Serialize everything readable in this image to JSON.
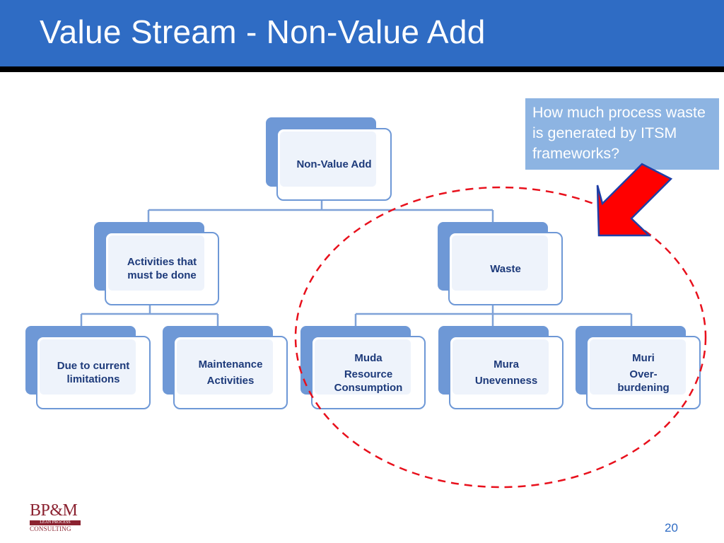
{
  "slide": {
    "title": "Value Stream - Non-Value Add",
    "page_number": "20"
  },
  "callout": {
    "text": "How much process waste is generated by ITSM frameworks?"
  },
  "nodes": {
    "root": {
      "line1": "Non-Value Add",
      "line2": ""
    },
    "activities": {
      "line1": "Activities that must be done",
      "line2": ""
    },
    "waste": {
      "line1": "Waste",
      "line2": ""
    },
    "due": {
      "line1": "Due to current limitations",
      "line2": ""
    },
    "maintenance": {
      "line1": "Maintenance",
      "line2": "Activities"
    },
    "muda": {
      "line1": "Muda",
      "line2": "Resource Consumption"
    },
    "mura": {
      "line1": "Mura",
      "line2": "Unevenness"
    },
    "muri": {
      "line1": "Muri",
      "line2": "Over-burdening"
    }
  },
  "logo": {
    "mark": "BP&M",
    "band": "LEAN PROCESS",
    "sub": "CONSULTING"
  },
  "colors": {
    "title_bar": "#2f6cc4",
    "node_fill": "#6e98d6",
    "node_text": "#1d3a7a",
    "callout_fill": "#8db4e2",
    "arrow": "#ff0000",
    "dashed_ellipse": "#e8101c",
    "logo": "#8b2230"
  }
}
